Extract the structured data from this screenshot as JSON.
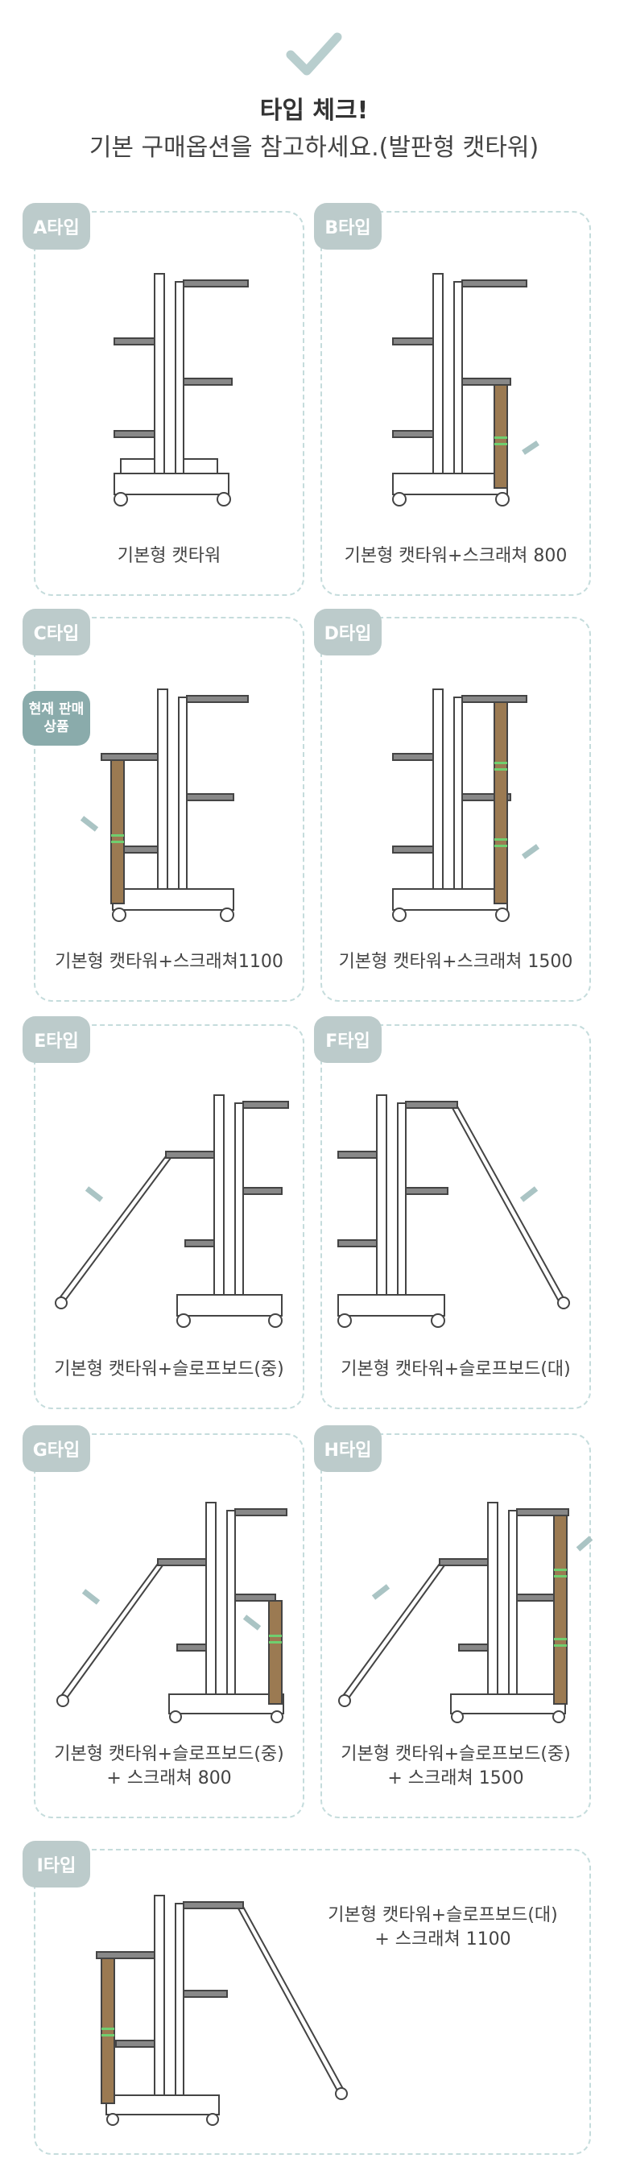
{
  "header": {
    "icon": "checkmark-icon",
    "title": "타입 체크!",
    "subtitle": "기본 구매옵션을 참고하세요.(발판형 캣타워)"
  },
  "badge_now": {
    "line1": "현재 판매",
    "line2": "상품"
  },
  "cards": [
    {
      "badge": "A타입",
      "line1": "기본형 캣타워",
      "line2": ""
    },
    {
      "badge": "B타입",
      "line1": "기본형 캣타워+스크래쳐 800",
      "line2": ""
    },
    {
      "badge": "C타입",
      "line1": "기본형 캣타워+스크래쳐1100",
      "line2": ""
    },
    {
      "badge": "D타입",
      "line1": "기본형 캣타워+스크래쳐 1500",
      "line2": ""
    },
    {
      "badge": "E타입",
      "line1": "기본형 캣타워+슬로프보드(중)",
      "line2": ""
    },
    {
      "badge": "F타입",
      "line1": "기본형 캣타워+슬로프보드(대)",
      "line2": ""
    },
    {
      "badge": "G타입",
      "line1": "기본형 캣타워+슬로프보드(중)",
      "line2": "+ 스크래쳐 800"
    },
    {
      "badge": "H타입",
      "line1": "기본형 캣타워+슬로프보드(중)",
      "line2": "+ 스크래쳐 1500"
    },
    {
      "badge": "I타입",
      "line1": "기본형 캣타워+슬로프보드(대)",
      "line2": "+ 스크래쳐 1100"
    }
  ],
  "colors": {
    "card_border": "#c5dcdc",
    "badge": "#bccbcb",
    "badge_now": "#8aabab",
    "scratcher": "#9b7a52",
    "stripe": "#6fcf6f",
    "arrow": "#aac4c4"
  }
}
